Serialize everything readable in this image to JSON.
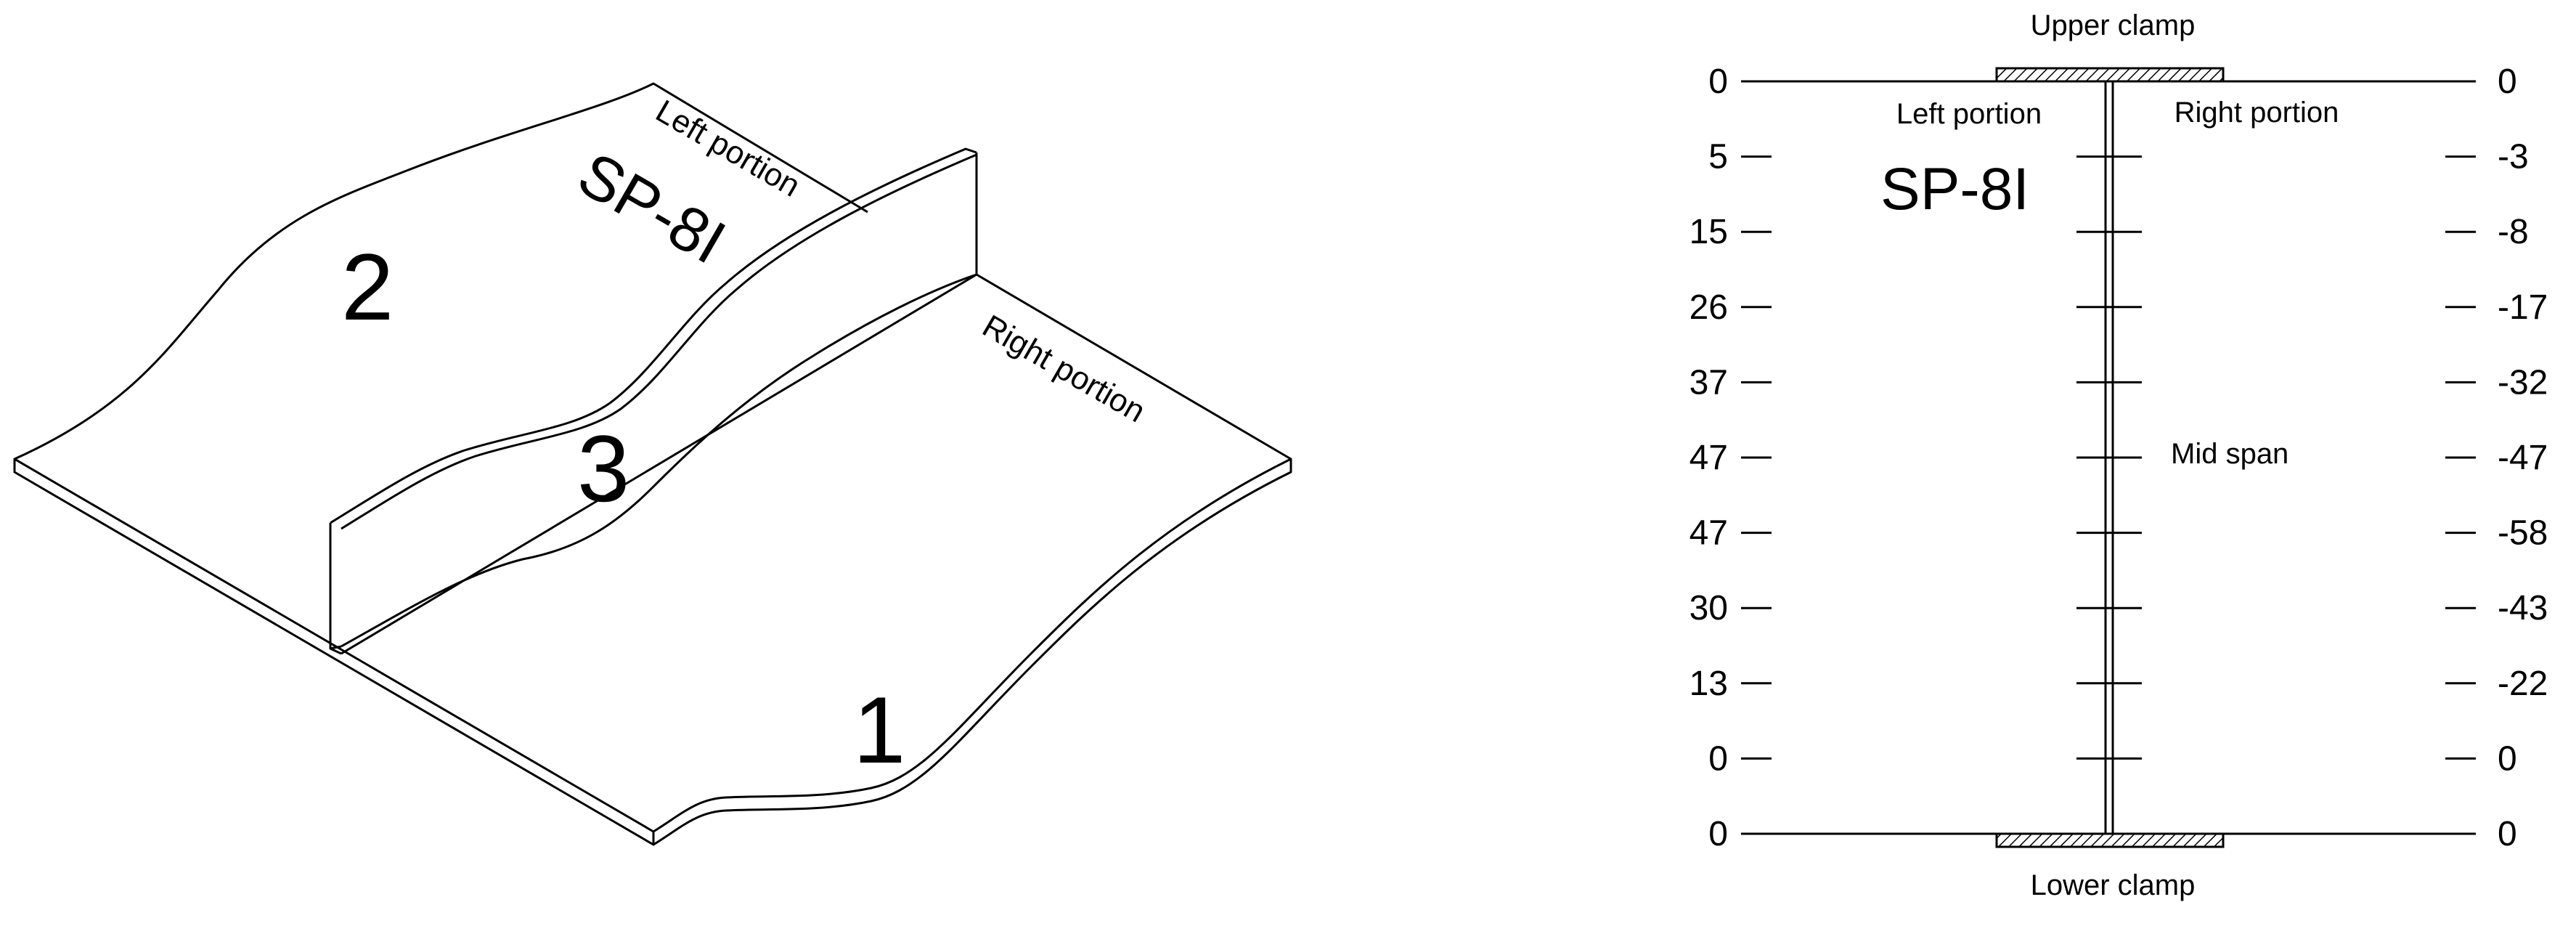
{
  "colors": {
    "ink": "#000000",
    "background": "#ffffff",
    "clamp_hatch": "#000000"
  },
  "isometric_view": {
    "specimen_label": "SP-8I",
    "left_portion_label": "Left portion",
    "right_portion_label": "Right portion",
    "part_1_label": "1",
    "part_2_label": "2",
    "part_3_label": "3"
  },
  "deflection_profile": {
    "specimen_label": "SP-8I",
    "upper_clamp_label": "Upper clamp",
    "lower_clamp_label": "Lower clamp",
    "left_portion_label": "Left portion",
    "right_portion_label": "Right portion",
    "mid_span_label": "Mid span",
    "left_values": [
      "0",
      "5",
      "15",
      "26",
      "37",
      "47",
      "47",
      "30",
      "13",
      "0",
      "0"
    ],
    "right_values": [
      "0",
      "-3",
      "-8",
      "-17",
      "-32",
      "-47",
      "-58",
      "-43",
      "-22",
      "0",
      "0"
    ]
  }
}
